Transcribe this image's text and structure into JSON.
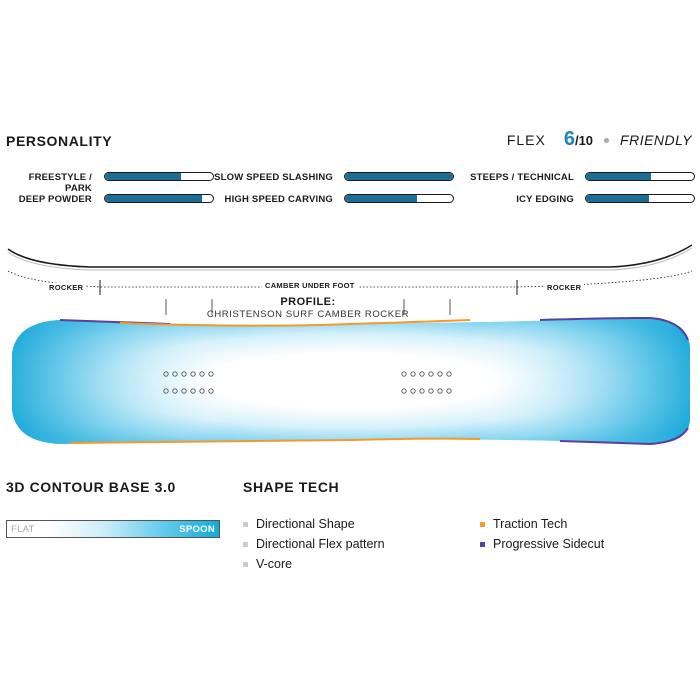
{
  "personality": {
    "title": "PERSONALITY",
    "flex": {
      "label": "FLEX",
      "value": "6",
      "scale": "/10",
      "rating": "FRIENDLY"
    },
    "traits": [
      {
        "label": "FREESTYLE / PARK",
        "level": 0.7
      },
      {
        "label": "SLOW SPEED SLASHING",
        "level": 1.0
      },
      {
        "label": "STEEPS / TECHNICAL",
        "level": 0.6
      },
      {
        "label": "DEEP POWDER",
        "level": 0.9
      },
      {
        "label": "HIGH SPEED CARVING",
        "level": 0.67
      },
      {
        "label": "ICY EDGING",
        "level": 0.58
      }
    ],
    "bar_color": "#1d6e96"
  },
  "profile": {
    "rocker_left": "ROCKER",
    "camber": "CAMBER UNDER FOOT",
    "rocker_right": "ROCKER",
    "heading": "PROFILE:",
    "name": "CHRISTENSON SURF CAMBER ROCKER"
  },
  "contour": {
    "title": "3D CONTOUR BASE 3.0",
    "flat_label": "FLAT",
    "spoon_label": "SPOON",
    "level": 1.0
  },
  "shape_tech": {
    "title": "SHAPE TECH",
    "left_items": [
      {
        "label": "Directional Shape",
        "color": "#cccccc"
      },
      {
        "label": "Directional Flex pattern",
        "color": "#cccccc"
      },
      {
        "label": "V-core",
        "color": "#cccccc"
      }
    ],
    "right_items": [
      {
        "label": "Traction Tech",
        "color": "#f39a2e"
      },
      {
        "label": "Progressive Sidecut",
        "color": "#5a3fa0"
      }
    ]
  },
  "colors": {
    "accent": "#1a88b0",
    "traction": "#f39a2e",
    "sidecut": "#5a3fa0",
    "board_edge": "#12a9d9"
  }
}
